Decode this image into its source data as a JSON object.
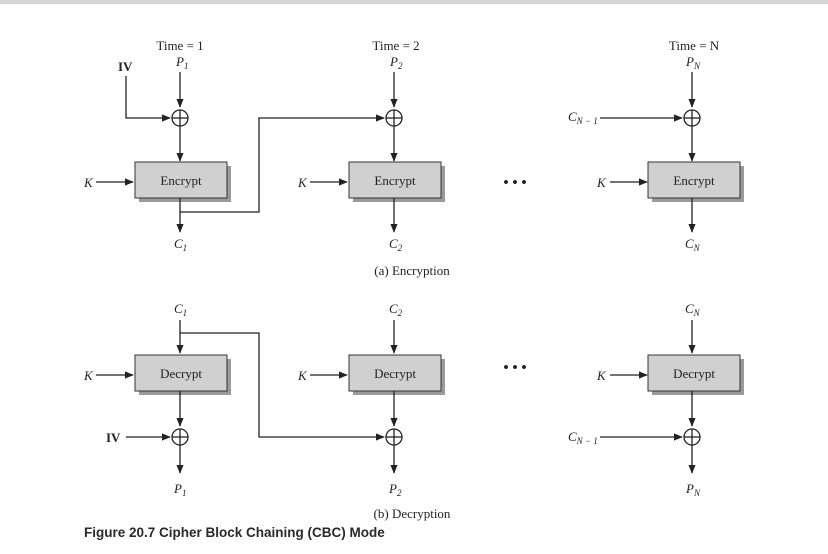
{
  "figure_caption": "Figure 20.7 Cipher Block Chaining (CBC) Mode",
  "encryption": {
    "caption": "(a) Encryption",
    "time_labels": [
      "Time = 1",
      "Time = 2",
      "Time = N"
    ],
    "plaintexts": [
      {
        "base": "P",
        "sub": "1"
      },
      {
        "base": "P",
        "sub": "2"
      },
      {
        "base": "P",
        "sub": "N"
      }
    ],
    "ciphertexts": [
      {
        "base": "C",
        "sub": "1"
      },
      {
        "base": "C",
        "sub": "2"
      },
      {
        "base": "C",
        "sub": "N"
      }
    ],
    "block_label": "Encrypt",
    "key_label": "K",
    "iv_label": "IV",
    "prev_cipher": {
      "base": "C",
      "sub": "N − 1"
    }
  },
  "decryption": {
    "caption": "(b) Decryption",
    "ciphertexts": [
      {
        "base": "C",
        "sub": "1"
      },
      {
        "base": "C",
        "sub": "2"
      },
      {
        "base": "C",
        "sub": "N"
      }
    ],
    "plaintexts": [
      {
        "base": "P",
        "sub": "1"
      },
      {
        "base": "P",
        "sub": "2"
      },
      {
        "base": "P",
        "sub": "N"
      }
    ],
    "block_label": "Decrypt",
    "key_label": "K",
    "iv_label": "IV",
    "prev_cipher": {
      "base": "C",
      "sub": "N − 1"
    }
  },
  "ellipsis": "• • •"
}
